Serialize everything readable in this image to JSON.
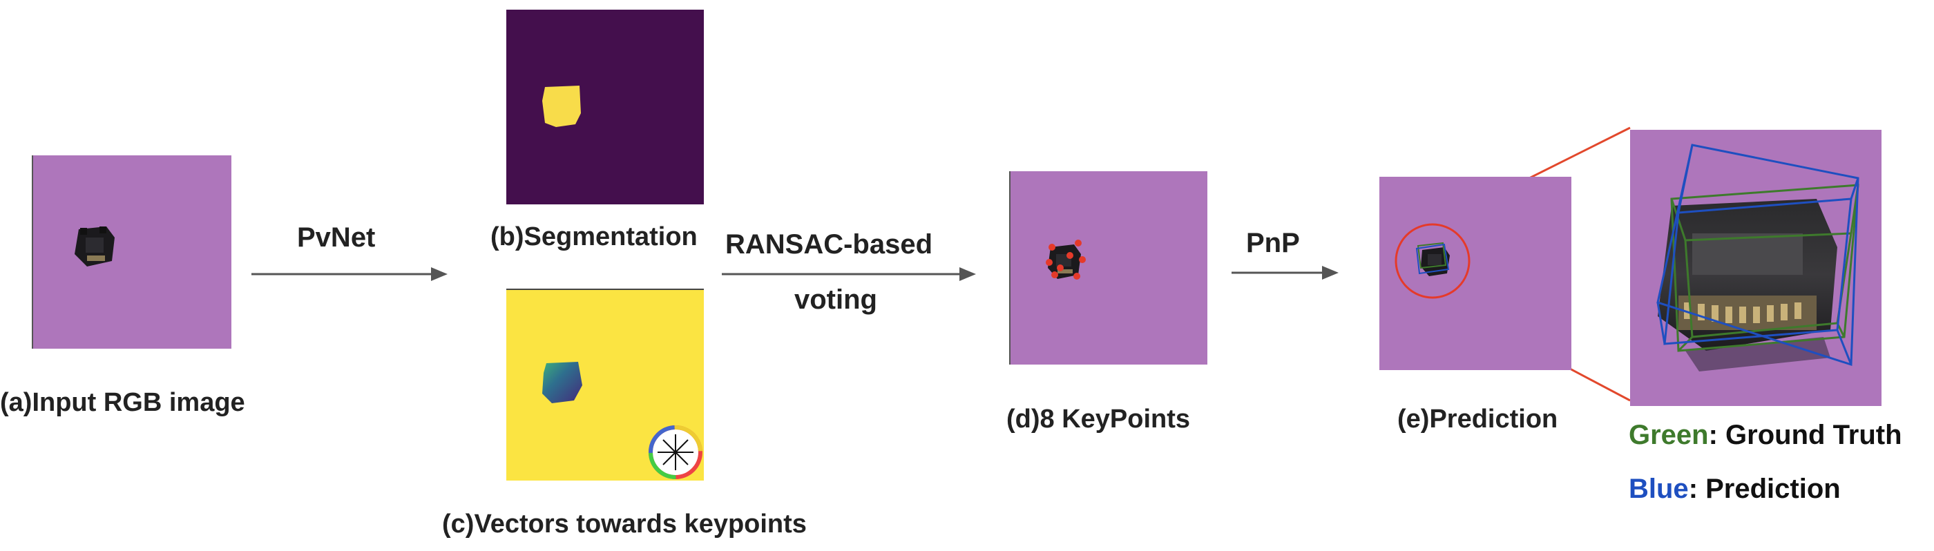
{
  "captions": {
    "input": "(a)Input RGB image",
    "segmentation": "(b)Segmentation",
    "vectors": "(c)Vectors towards keypoints",
    "keypoints": "(d)8 KeyPoints",
    "prediction": "(e)Prediction"
  },
  "arrows": {
    "pvnet": "PvNet",
    "ransac_line1": "RANSAC-based",
    "ransac_line2": "voting",
    "pnp": "PnP"
  },
  "legend": {
    "green_word": "Green",
    "green_rest": ": Ground Truth",
    "blue_word": "Blue",
    "blue_rest": ": Prediction"
  },
  "colors": {
    "background_purple": "#ae76bb",
    "segmentation_bg": "#440f4d",
    "segmentation_fg": "#f8dc4a",
    "vector_field_bg": "#fbe442",
    "ground_truth_green": "#3e7a2c",
    "prediction_blue": "#1e4fc0",
    "keypoint_red": "#e53a2a",
    "zoom_line_red": "#e2482c"
  }
}
